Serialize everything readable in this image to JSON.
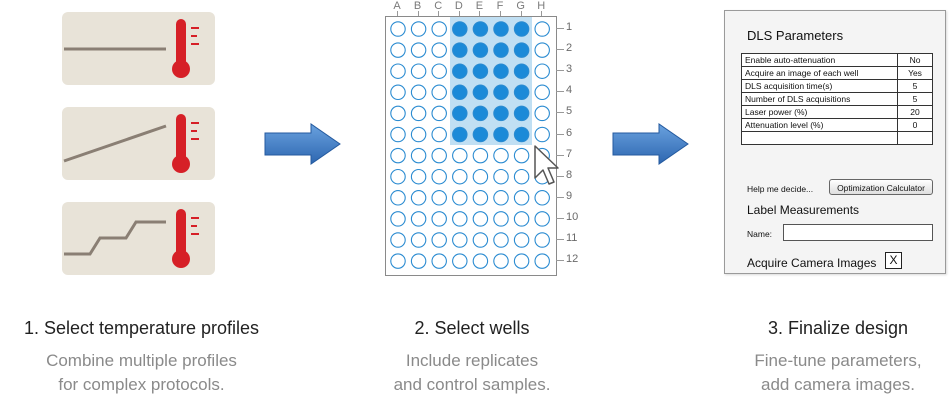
{
  "colors": {
    "card_bg": "#e8e3d8",
    "profile_line": "#8a7f74",
    "thermometer_red": "#d62027",
    "arrow_blue": "#3b78c3",
    "well_filled": "#1b8ad8",
    "well_outline": "#2a8bd1",
    "selection_fill": "#b9dcf2"
  },
  "icons": [
    "temperature-profile-flat-icon",
    "temperature-profile-ramp-icon",
    "temperature-profile-step-icon",
    "thermometer-icon",
    "right-arrow-icon",
    "mouse-cursor-icon"
  ],
  "plate": {
    "columns": [
      "A",
      "B",
      "C",
      "D",
      "E",
      "F",
      "G",
      "H"
    ],
    "rows": [
      "1",
      "2",
      "3",
      "4",
      "5",
      "6",
      "7",
      "8",
      "9",
      "10",
      "11",
      "12"
    ],
    "selected_columns": [
      "D",
      "E",
      "F",
      "G"
    ],
    "selected_rows": [
      "1",
      "2",
      "3",
      "4",
      "5",
      "6"
    ]
  },
  "dls": {
    "title": "DLS Parameters",
    "params": [
      {
        "label": "Enable auto-attenuation",
        "value": "No"
      },
      {
        "label": "Acquire an image of each well",
        "value": "Yes"
      },
      {
        "label": "DLS acquisition time(s)",
        "value": "5"
      },
      {
        "label": "Number of DLS acquisitions",
        "value": "5"
      },
      {
        "label": "Laser power (%)",
        "value": "20"
      },
      {
        "label": "Attenuation level (%)",
        "value": "0"
      },
      {
        "label": "",
        "value": ""
      }
    ],
    "help_text": "Help me decide...",
    "optimization_button": "Optimization Calculator",
    "label_measurements": "Label Measurements",
    "name_label": "Name:",
    "name_value": "",
    "acquire_label": "Acquire Camera Images",
    "acquire_mark": "X"
  },
  "steps": [
    {
      "title": "1. Select temperature profiles",
      "desc1": "Combine multiple profiles",
      "desc2": "for complex protocols."
    },
    {
      "title": "2. Select wells",
      "desc1": "Include replicates",
      "desc2": "and control samples."
    },
    {
      "title": "3. Finalize design",
      "desc1": "Fine-tune parameters,",
      "desc2": "add camera images."
    }
  ]
}
